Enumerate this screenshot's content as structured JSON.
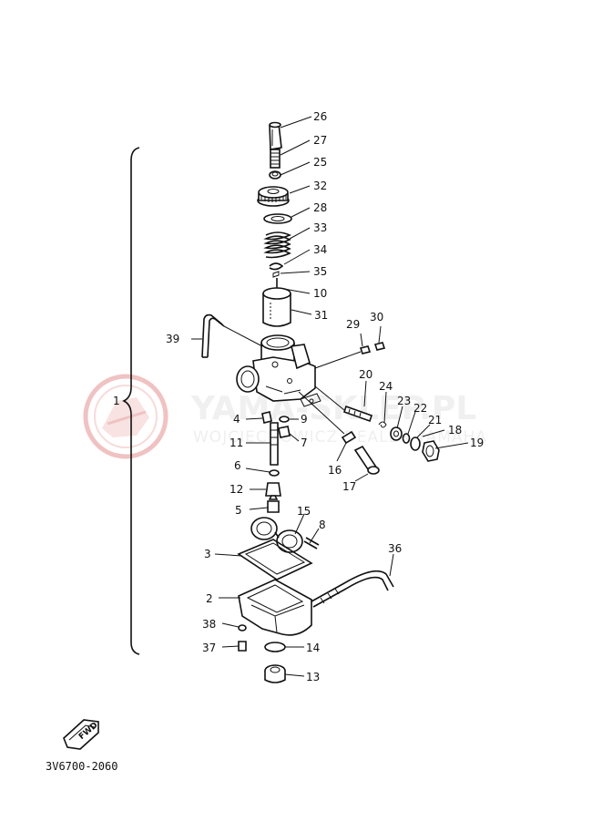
{
  "watermark": {
    "brand": "YAMA-SKLEP.PL",
    "tagline": "WOJCIECHOWICZ DEALER YAMAHA",
    "color": "#e8a0a0"
  },
  "diagram_code": "3V6700-2060",
  "fwd_badge": "FWD",
  "assembly_label": "1",
  "callouts": {
    "c26": "26",
    "c27": "27",
    "c25": "25",
    "c32": "32",
    "c28": "28",
    "c33": "33",
    "c34": "34",
    "c35": "35",
    "c10": "10",
    "c31": "31",
    "c39": "39",
    "c29": "29",
    "c30": "30",
    "c20": "20",
    "c24": "24",
    "c23": "23",
    "c22": "22",
    "c21": "21",
    "c18": "18",
    "c19": "19",
    "c4": "4",
    "c9": "9",
    "c7": "7",
    "c11": "11",
    "c16": "16",
    "c17": "17",
    "c6": "6",
    "c12": "12",
    "c5": "5",
    "c15": "15",
    "c8": "8",
    "c3": "3",
    "c36": "36",
    "c2": "2",
    "c38": "38",
    "c37": "37",
    "c14": "14",
    "c13": "13"
  }
}
